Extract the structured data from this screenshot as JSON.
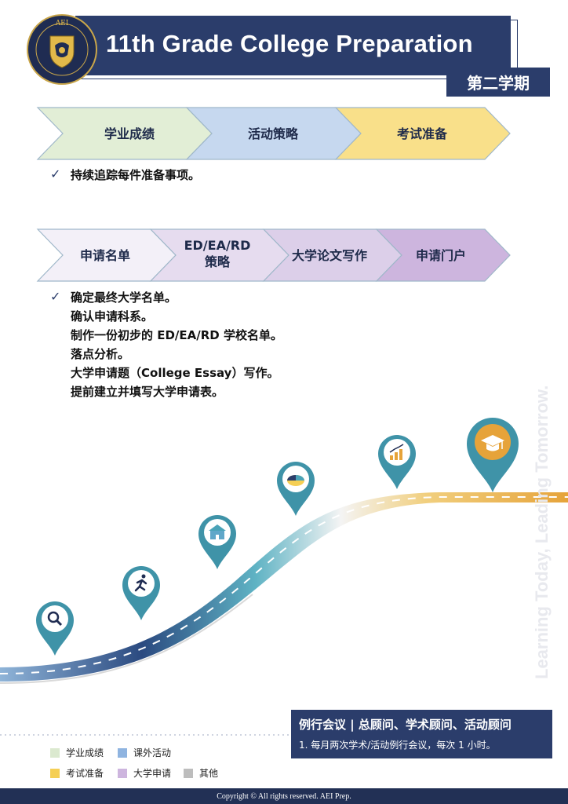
{
  "header": {
    "title": "11th Grade College Preparation",
    "semester": "第二学期",
    "logo_text": "AEI"
  },
  "row1": {
    "steps": [
      "学业成绩",
      "活动策略",
      "考试准备"
    ],
    "bullets": [
      "持续追踪每件准备事项。"
    ]
  },
  "row2": {
    "steps": [
      "申请名单",
      "ED/EA/RD\n策略",
      "大学论文写作",
      "申请门户"
    ],
    "bullets": [
      "确定最终大学名单。",
      "确认申请科系。",
      "制作一份初步的 ED/EA/RD 学校名单。",
      "落点分析。",
      "大学申请题（College Essay）写作。",
      "提前建立并填写大学申请表。"
    ]
  },
  "check_symbol": "✓",
  "roadmap": {
    "pins": [
      "search-icon",
      "running-icon",
      "school-icon",
      "pie-chart-icon",
      "bar-chart-icon",
      "graduation-cap-icon"
    ]
  },
  "meeting": {
    "title": "例行会议 | 总顾问、学术顾问、活动顾问",
    "note": "1. 每月两次学术/活动例行会议，每次 1 小时。"
  },
  "legend": [
    {
      "label": "学业成绩",
      "color": "#dbe9cf"
    },
    {
      "label": "课外活动",
      "color": "#8fb4e0"
    },
    {
      "label": "考试准备",
      "color": "#f5cf55"
    },
    {
      "label": "大学申请",
      "color": "#cdb5de"
    },
    {
      "label": "其他",
      "color": "#bdbdbd"
    }
  ],
  "watermark": "Learning Today, Leading Tomorrow.",
  "footer": "Copyright © All rights reserved. AEI Prep.",
  "colors": {
    "navy": "#2b3d6b",
    "teal": "#4aa3b8",
    "gold": "#e6a93a"
  }
}
